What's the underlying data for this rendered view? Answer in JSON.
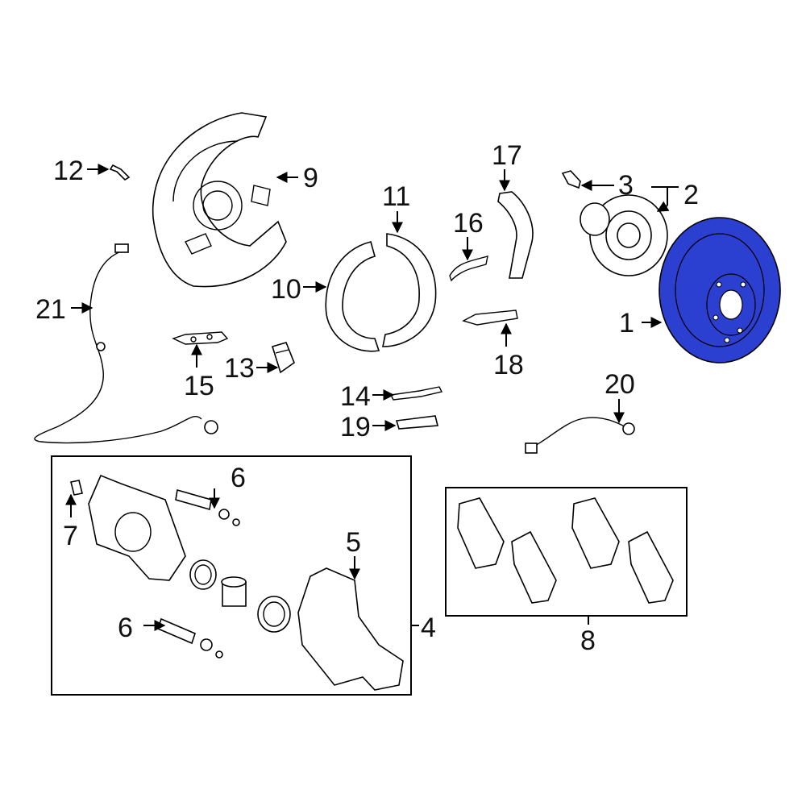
{
  "colors": {
    "highlight": "#2b3fd1",
    "line": "#000000",
    "background": "#ffffff"
  },
  "callouts": {
    "c1": "1",
    "c2": "2",
    "c3": "3",
    "c4": "4",
    "c5": "5",
    "c6a": "6",
    "c6b": "6",
    "c7": "7",
    "c8": "8",
    "c9": "9",
    "c10": "10",
    "c11": "11",
    "c12": "12",
    "c13": "13",
    "c14": "14",
    "c15": "15",
    "c16": "16",
    "c17": "17",
    "c18": "18",
    "c19": "19",
    "c20": "20",
    "c21": "21"
  }
}
